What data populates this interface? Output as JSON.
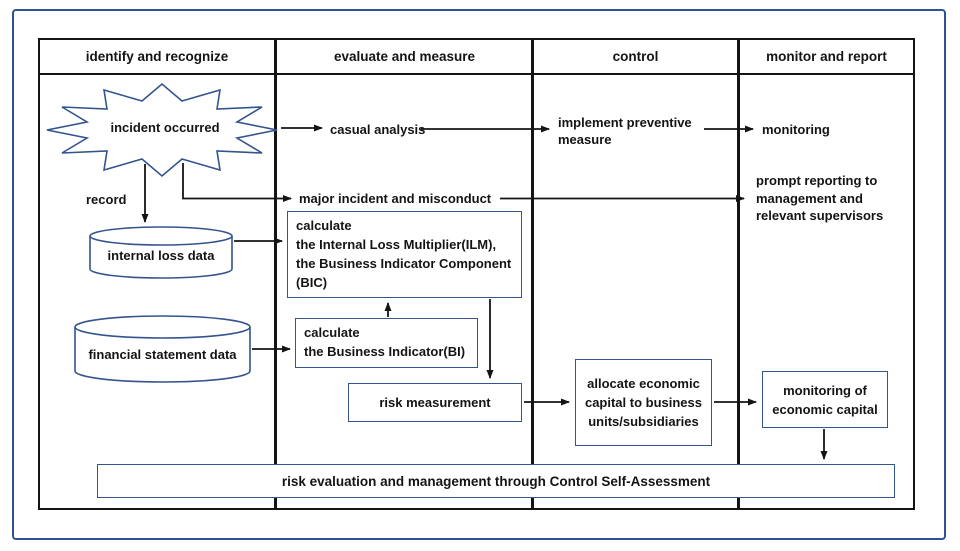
{
  "header": {
    "columns": [
      "identify and recognize",
      "evaluate and measure",
      "control",
      "monitor and report"
    ]
  },
  "flow": {
    "incident": "incident occurred",
    "record": "record",
    "casual_analysis": "casual analysis",
    "implement_preventive": "implement preventive\nmeasure",
    "monitoring": "monitoring",
    "major_incident": "major incident and misconduct",
    "prompt_reporting": "prompt reporting to\nmanagement and\nrelevant supervisors",
    "internal_loss_data": "internal loss data",
    "calc_ilm": "calculate\nthe Internal Loss Multiplier(ILM),\nthe Business Indicator Component\n(BIC)",
    "financial_statement_data": "financial statement data",
    "calc_bi": "calculate\nthe Business Indicator(BI)",
    "risk_measurement": "risk measurement",
    "allocate_capital": "allocate economic\ncapital to business\nunits/subsidiaries",
    "monitoring_capital": "monitoring of\neconomic capital",
    "csa_bar": "risk evaluation and management through Control Self-Assessment"
  },
  "colors": {
    "navy": "#33548e",
    "outer": "#2e5395",
    "ink": "#141414"
  }
}
